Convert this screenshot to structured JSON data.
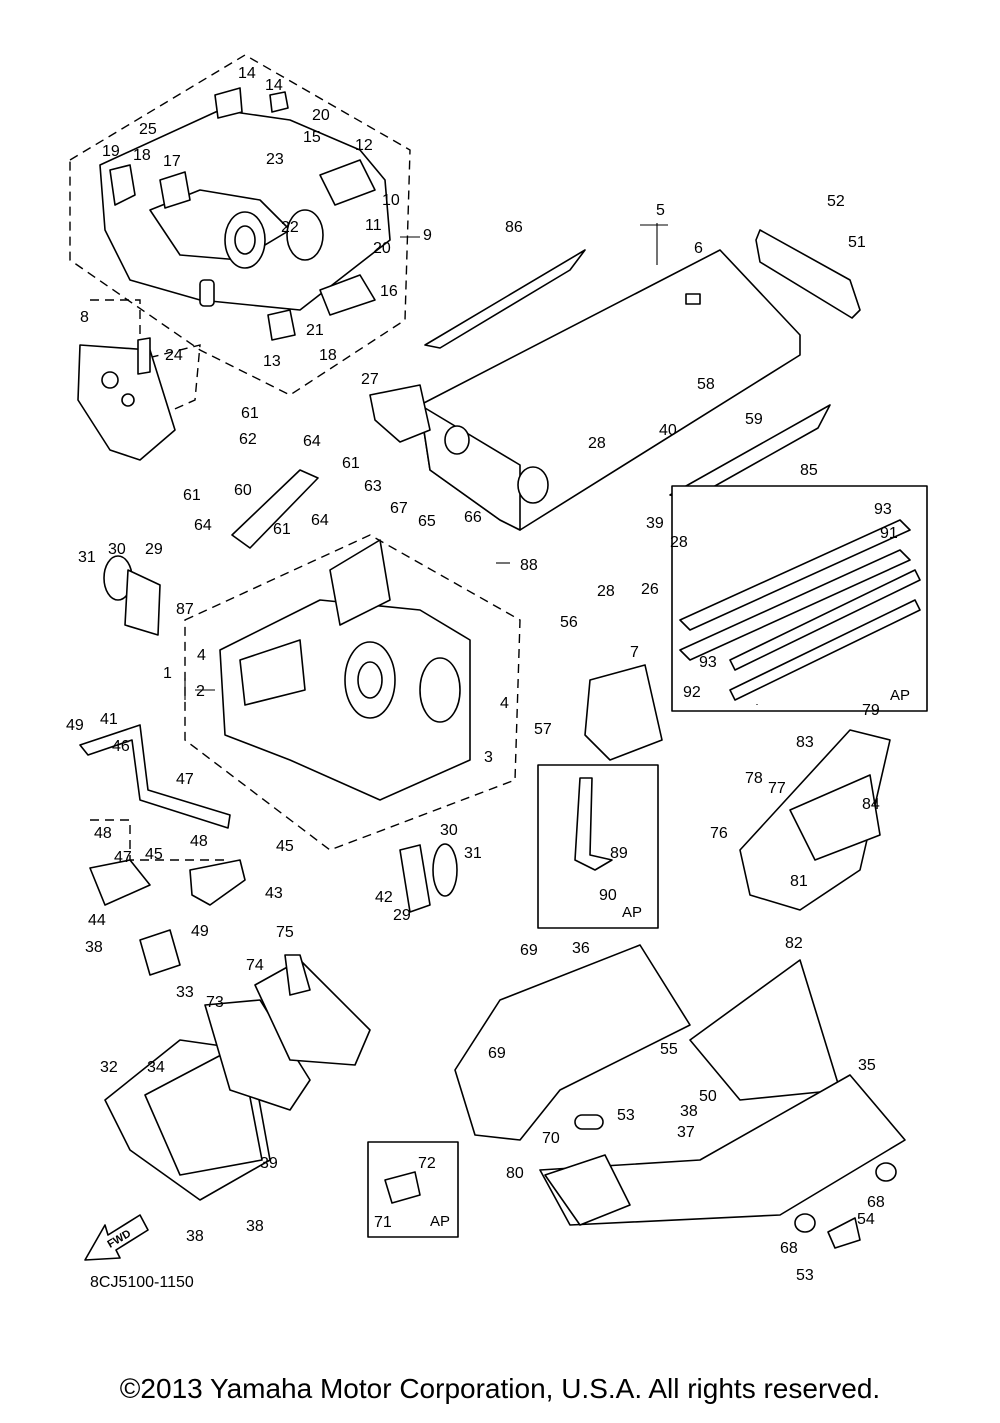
{
  "diagram": {
    "part_labels": [
      "1",
      "2",
      "3",
      "4",
      "4",
      "5",
      "6",
      "7",
      "8",
      "9",
      "10",
      "11",
      "12",
      "13",
      "14",
      "14",
      "15",
      "16",
      "17",
      "18",
      "18",
      "19",
      "20",
      "20",
      "21",
      "22",
      "23",
      "24",
      "25",
      "26",
      "27",
      "28",
      "28",
      "28",
      "29",
      "29",
      "30",
      "30",
      "31",
      "31",
      "32",
      "33",
      "34",
      "35",
      "36",
      "37",
      "38",
      "38",
      "38",
      "38",
      "39",
      "39",
      "40",
      "41",
      "42",
      "43",
      "44",
      "45",
      "45",
      "46",
      "47",
      "47",
      "48",
      "48",
      "49",
      "49",
      "50",
      "51",
      "52",
      "53",
      "53",
      "54",
      "55",
      "56",
      "57",
      "58",
      "59",
      "60",
      "61",
      "61",
      "61",
      "61",
      "62",
      "63",
      "64",
      "64",
      "64",
      "65",
      "66",
      "67",
      "68",
      "68",
      "69",
      "69",
      "70",
      "71",
      "72",
      "73",
      "74",
      "75",
      "76",
      "77",
      "78",
      "79",
      "80",
      "81",
      "82",
      "83",
      "84",
      "85",
      "86",
      "87",
      "88",
      "89",
      "90",
      "91",
      "92",
      "93",
      "93"
    ],
    "inset_label": "AP",
    "fwd_label": "FWD",
    "diagram_code": "8CJ5100-1150"
  },
  "footer": {
    "copyright": "©2013 Yamaha Motor Corporation, U.S.A. All rights reserved."
  }
}
